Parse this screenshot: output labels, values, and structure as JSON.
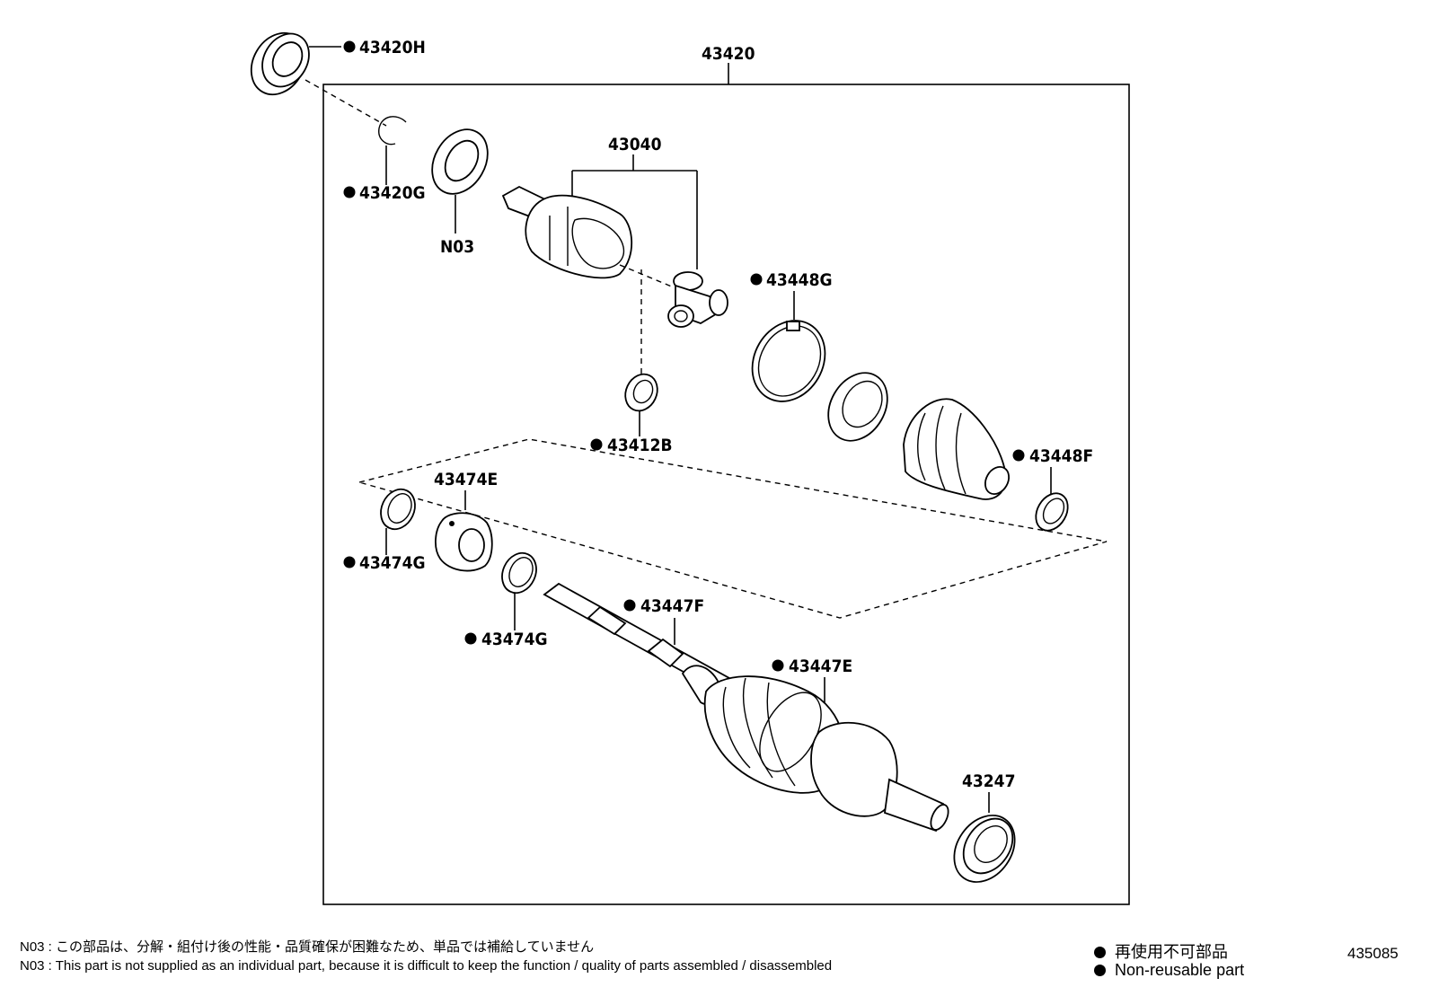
{
  "frame_label": "43420",
  "parts": {
    "p43420H": "43420H",
    "p43420G": "43420G",
    "pN03": "N03",
    "p43040": "43040",
    "p43448G": "43448G",
    "p43412B": "43412B",
    "p43448F": "43448F",
    "p43474E": "43474E",
    "p43474G_a": "43474G",
    "p43474G_b": "43474G",
    "p43447F": "43447F",
    "p43447E": "43447E",
    "p43247": "43247"
  },
  "notes": {
    "jp": "N03 : この部品は、分解・組付け後の性能・品質確保が困難なため、単品では補給していません",
    "en": "N03 : This part is not supplied as an individual part, because it is difficult to keep the function / quality of parts  assembled / disassembled"
  },
  "legend": {
    "jp": "再使用不可部品",
    "en": "Non-reusable part"
  },
  "figure_id": "435085",
  "marker_symbol": "●"
}
